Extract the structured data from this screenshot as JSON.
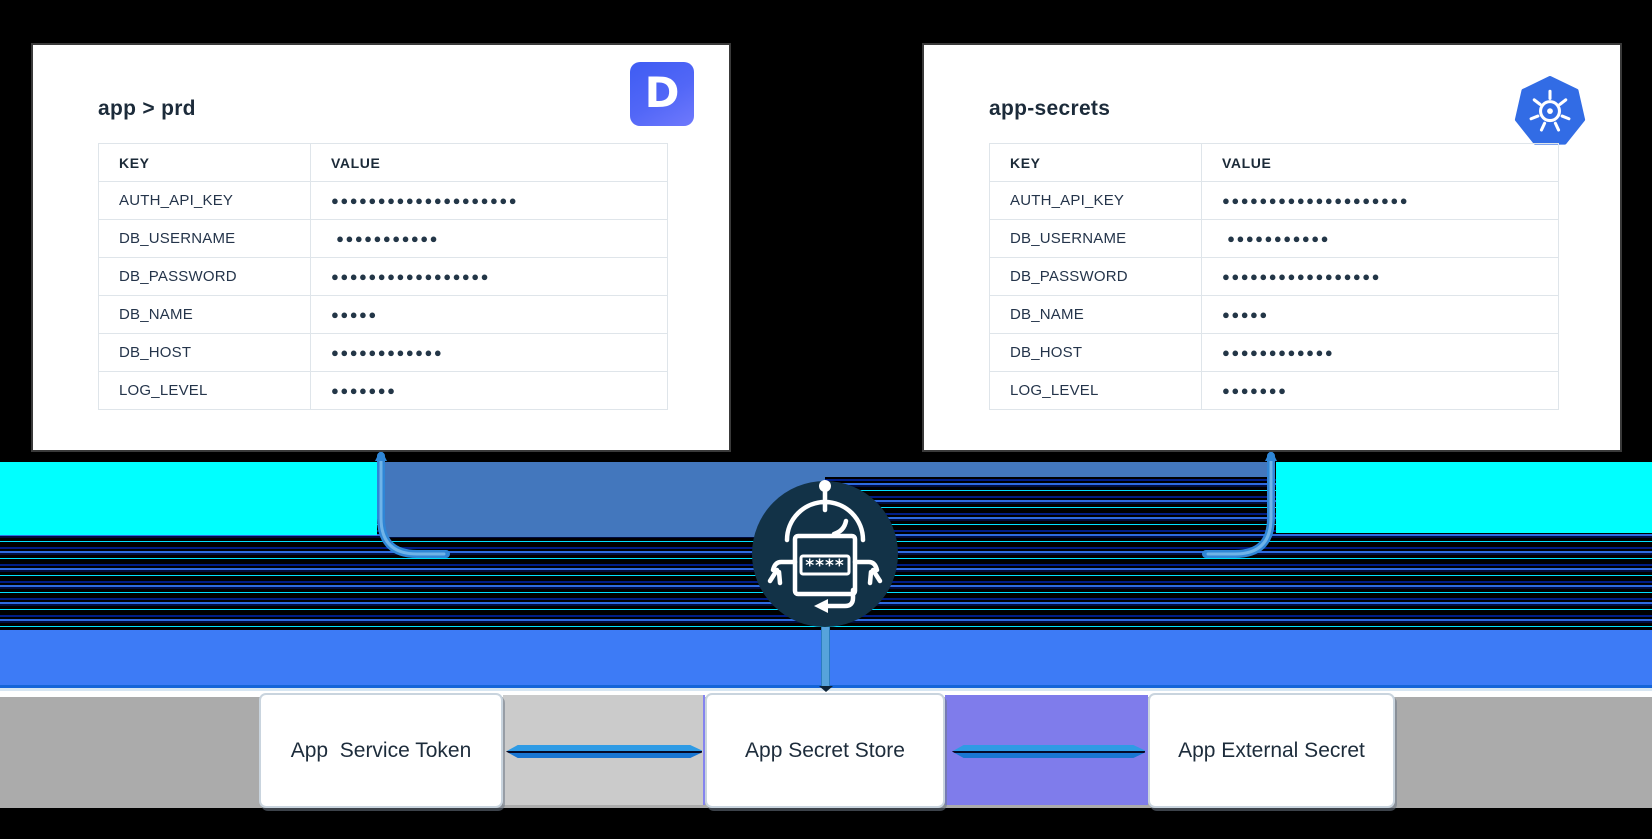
{
  "cards": {
    "doppler": {
      "title": "app > prd",
      "logo_icon": "doppler-icon",
      "logo_letter": "D",
      "table": {
        "headers": {
          "key": "KEY",
          "value": "VALUE"
        },
        "rows": [
          {
            "key": "AUTH_API_KEY",
            "value": "●●●●●●●●●●●●●●●●●●●●"
          },
          {
            "key": "DB_USERNAME",
            "value": " ●●●●●●●●●●●"
          },
          {
            "key": "DB_PASSWORD",
            "value": "●●●●●●●●●●●●●●●●●"
          },
          {
            "key": "DB_NAME",
            "value": "●●●●●"
          },
          {
            "key": "DB_HOST",
            "value": "●●●●●●●●●●●●"
          },
          {
            "key": "LOG_LEVEL",
            "value": "●●●●●●●"
          }
        ]
      }
    },
    "kubernetes": {
      "title": "app-secrets",
      "logo_icon": "kubernetes-icon",
      "table": {
        "headers": {
          "key": "KEY",
          "value": "VALUE"
        },
        "rows": [
          {
            "key": "AUTH_API_KEY",
            "value": "●●●●●●●●●●●●●●●●●●●●"
          },
          {
            "key": "DB_USERNAME",
            "value": " ●●●●●●●●●●●"
          },
          {
            "key": "DB_PASSWORD",
            "value": "●●●●●●●●●●●●●●●●●"
          },
          {
            "key": "DB_NAME",
            "value": "●●●●●"
          },
          {
            "key": "DB_HOST",
            "value": "●●●●●●●●●●●●"
          },
          {
            "key": "LOG_LEVEL",
            "value": "●●●●●●●"
          }
        ]
      }
    }
  },
  "middle": {
    "robot_icon": "sync-robot-icon",
    "password_mask": "****"
  },
  "bottom": {
    "boxes": [
      {
        "label": "App  Service Token"
      },
      {
        "label": "App Secret Store"
      },
      {
        "label": "App External Secret"
      }
    ]
  },
  "colors": {
    "cyan_band": "#00FFFF",
    "steel_band": "#4377BD",
    "blue_band": "#3D7BF6",
    "gray_band": "#ABABAB",
    "gap_gray": "#CBCBCB",
    "gap_violet": "#7F7CEB",
    "robot_navy": "#123247",
    "bracket_blue": "#2F86D6",
    "kubernetes_blue": "#326CE5",
    "doppler_blue_start": "#3E5CF3",
    "doppler_blue_end": "#6F79FC",
    "text_navy": "#1C2B3A",
    "arrow_blue": "#2E9BE5"
  }
}
